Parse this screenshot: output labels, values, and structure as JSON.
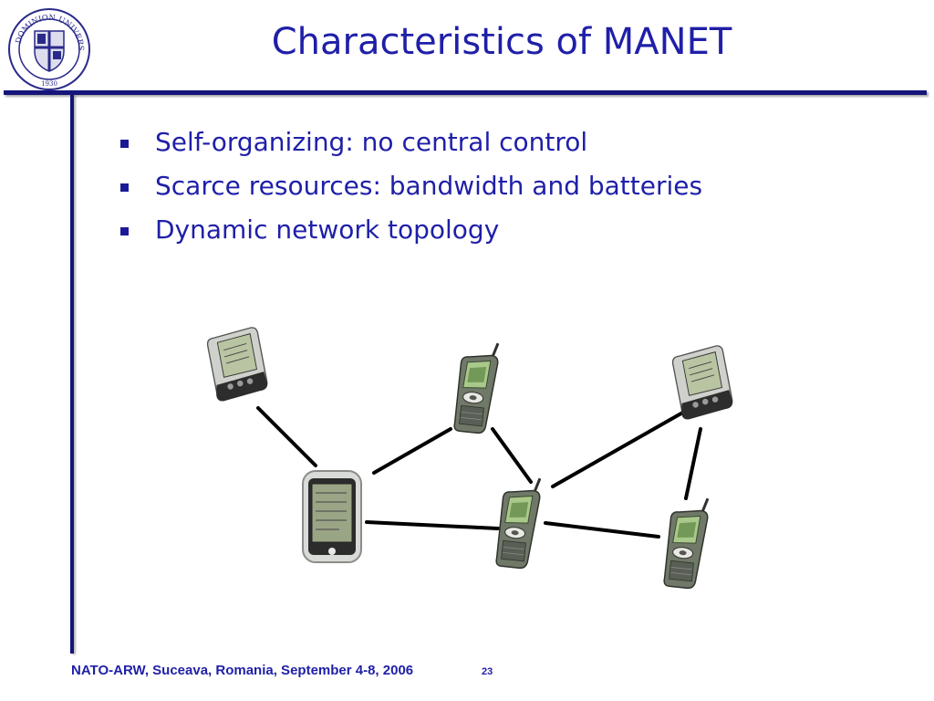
{
  "header": {
    "title": "Characteristics of MANET",
    "logo": {
      "icon": "university-seal-icon",
      "text_top": "OLD DOMINION UNIVERSITY",
      "year": "1930"
    }
  },
  "bullets": [
    {
      "text": "Self-organizing: no central control"
    },
    {
      "text": "Scarce resources: bandwidth and batteries"
    },
    {
      "text": "Dynamic network topology"
    }
  ],
  "network": {
    "nodes": [
      {
        "id": "pda-1",
        "icon": "pda-icon"
      },
      {
        "id": "phone-1",
        "icon": "mobile-phone-icon"
      },
      {
        "id": "pda-2",
        "icon": "pda-icon"
      },
      {
        "id": "pocket-pc",
        "icon": "handheld-computer-icon"
      },
      {
        "id": "phone-2",
        "icon": "mobile-phone-icon"
      },
      {
        "id": "phone-3",
        "icon": "mobile-phone-icon"
      }
    ],
    "links": [
      [
        "pda-1",
        "pocket-pc"
      ],
      [
        "pocket-pc",
        "phone-1"
      ],
      [
        "phone-1",
        "phone-2"
      ],
      [
        "pocket-pc",
        "phone-2"
      ],
      [
        "phone-2",
        "pda-2"
      ],
      [
        "phone-2",
        "phone-3"
      ],
      [
        "pda-2",
        "phone-3"
      ]
    ]
  },
  "footer": {
    "text": "NATO-ARW, Suceava, Romania, September 4-8, 2006",
    "page_number": "23"
  },
  "colors": {
    "text": "#1f1fa8",
    "rule": "#14147a",
    "device_body": "#6f7568",
    "screen": "#9dbf7a"
  }
}
